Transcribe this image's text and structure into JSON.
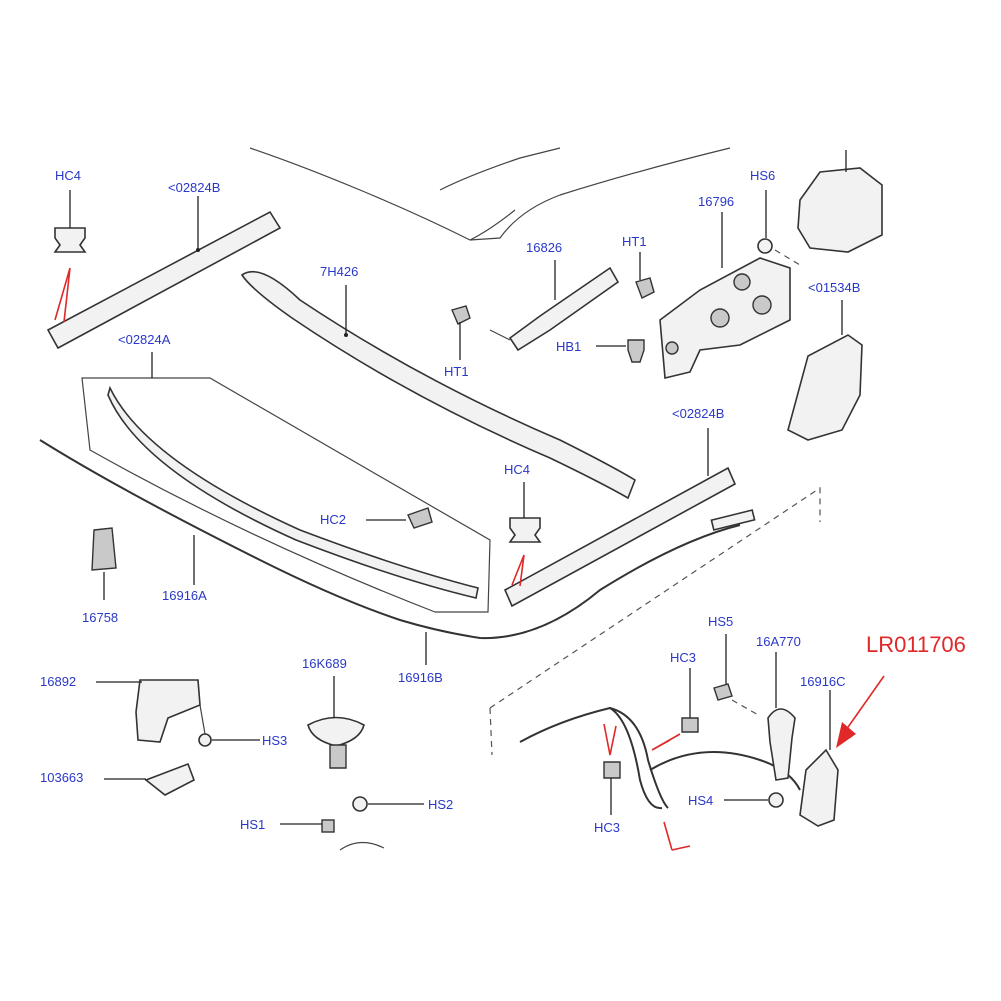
{
  "catalog_number": "LR011706",
  "labels": {
    "hc4_top": "HC4",
    "p02824b_top": "<02824B",
    "p7h426": "7H426",
    "p16826": "16826",
    "ht1_top": "HT1",
    "p16796": "16796",
    "hs6": "HS6",
    "p01534b": "<01534B",
    "ht1_bottom": "HT1",
    "hb1": "HB1",
    "p02824a": "<02824A",
    "p02824b_right": "<02824B",
    "hc4_mid": "HC4",
    "hc2": "HC2",
    "p16758": "16758",
    "p16916a": "16916A",
    "p16916b": "16916B",
    "p16892": "16892",
    "p16k689": "16K689",
    "hs3": "HS3",
    "p103663": "103663",
    "hs2": "HS2",
    "hs1": "HS1",
    "hs5": "HS5",
    "hc3_top": "HC3",
    "p16a770": "16A770",
    "p16916c": "16916C",
    "hs4": "HS4",
    "hc3_bottom": "HC3"
  }
}
